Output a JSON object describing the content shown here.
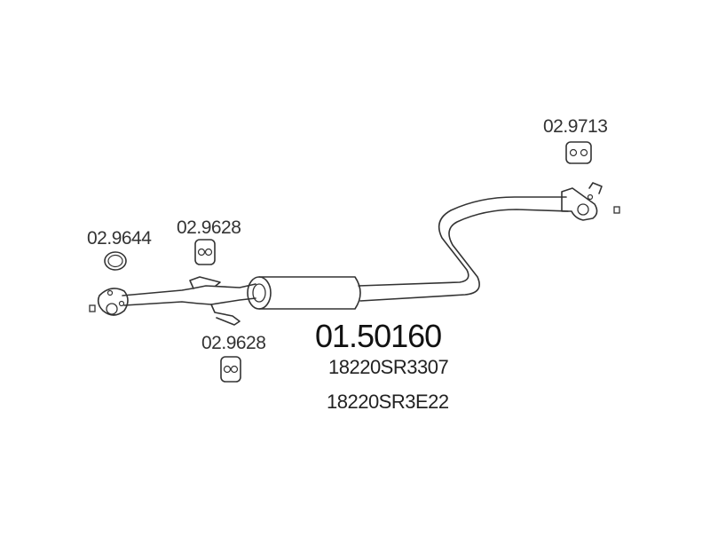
{
  "parts": {
    "gasket": "02.9644",
    "hanger_top": "02.9628",
    "hanger_bottom": "02.9628",
    "hanger_rear": "02.9713"
  },
  "main_part": {
    "number": "01.50160",
    "oem": [
      "18220SR3307",
      "18220SR3E22"
    ]
  }
}
